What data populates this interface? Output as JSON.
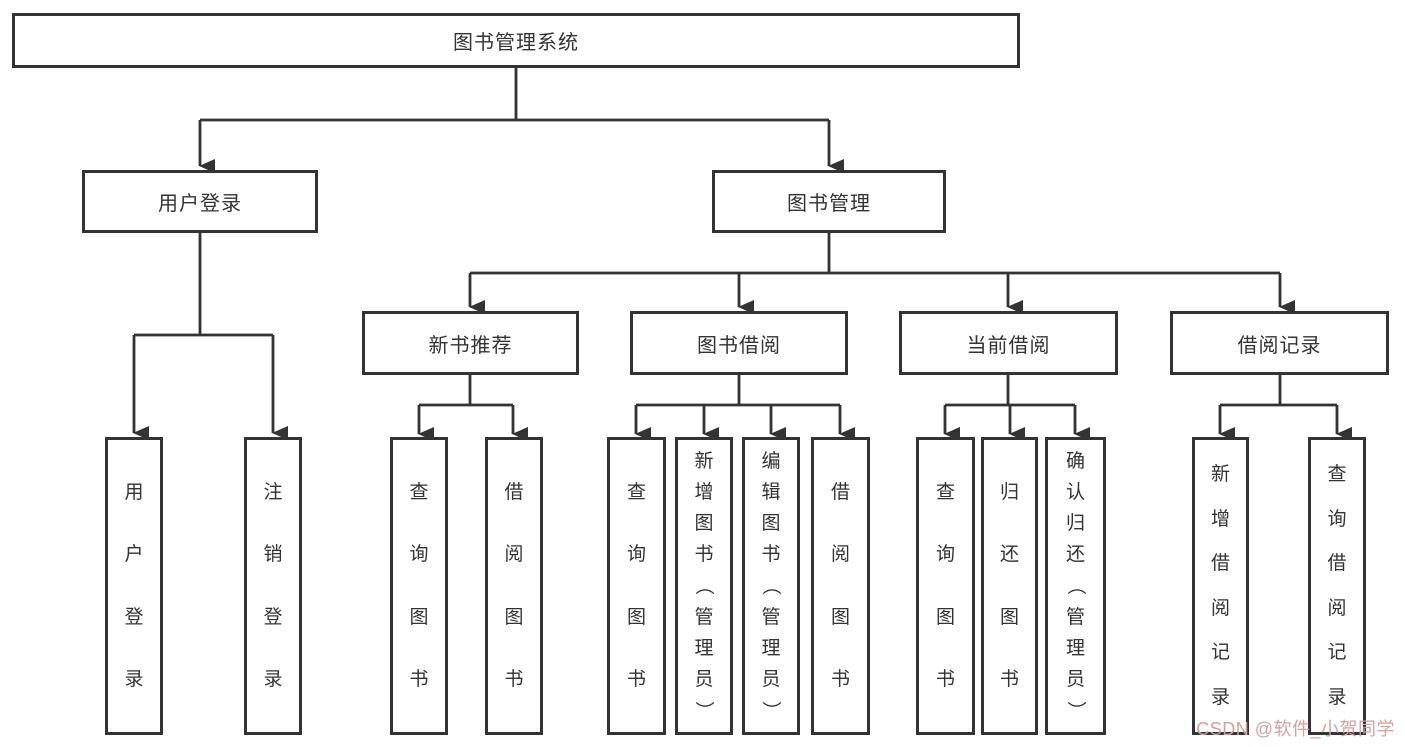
{
  "tree": {
    "label": "图书管理系统",
    "children": [
      {
        "label": "用户登录",
        "children": [
          {
            "label": "用户登录"
          },
          {
            "label": "注销登录"
          }
        ]
      },
      {
        "label": "图书管理",
        "children": [
          {
            "label": "新书推荐",
            "children": [
              {
                "label": "查询图书"
              },
              {
                "label": "借阅图书"
              }
            ]
          },
          {
            "label": "图书借阅",
            "children": [
              {
                "label": "查询图书"
              },
              {
                "label": "新增图书（管理员）"
              },
              {
                "label": "编辑图书（管理员）"
              },
              {
                "label": "借阅图书"
              }
            ]
          },
          {
            "label": "当前借阅",
            "children": [
              {
                "label": "查询图书"
              },
              {
                "label": "归还图书"
              },
              {
                "label": "确认归还（管理员）"
              }
            ]
          },
          {
            "label": "借阅记录",
            "children": [
              {
                "label": "新增借阅记录"
              },
              {
                "label": "查询借阅记录"
              }
            ]
          }
        ]
      }
    ]
  },
  "watermark": {
    "text": "CSDN @软件_小贺同学",
    "color": "#d49f9f"
  },
  "colors": {
    "line": "#333333",
    "box_border": "#333333",
    "background": "#ffffff",
    "text": "#333333"
  }
}
